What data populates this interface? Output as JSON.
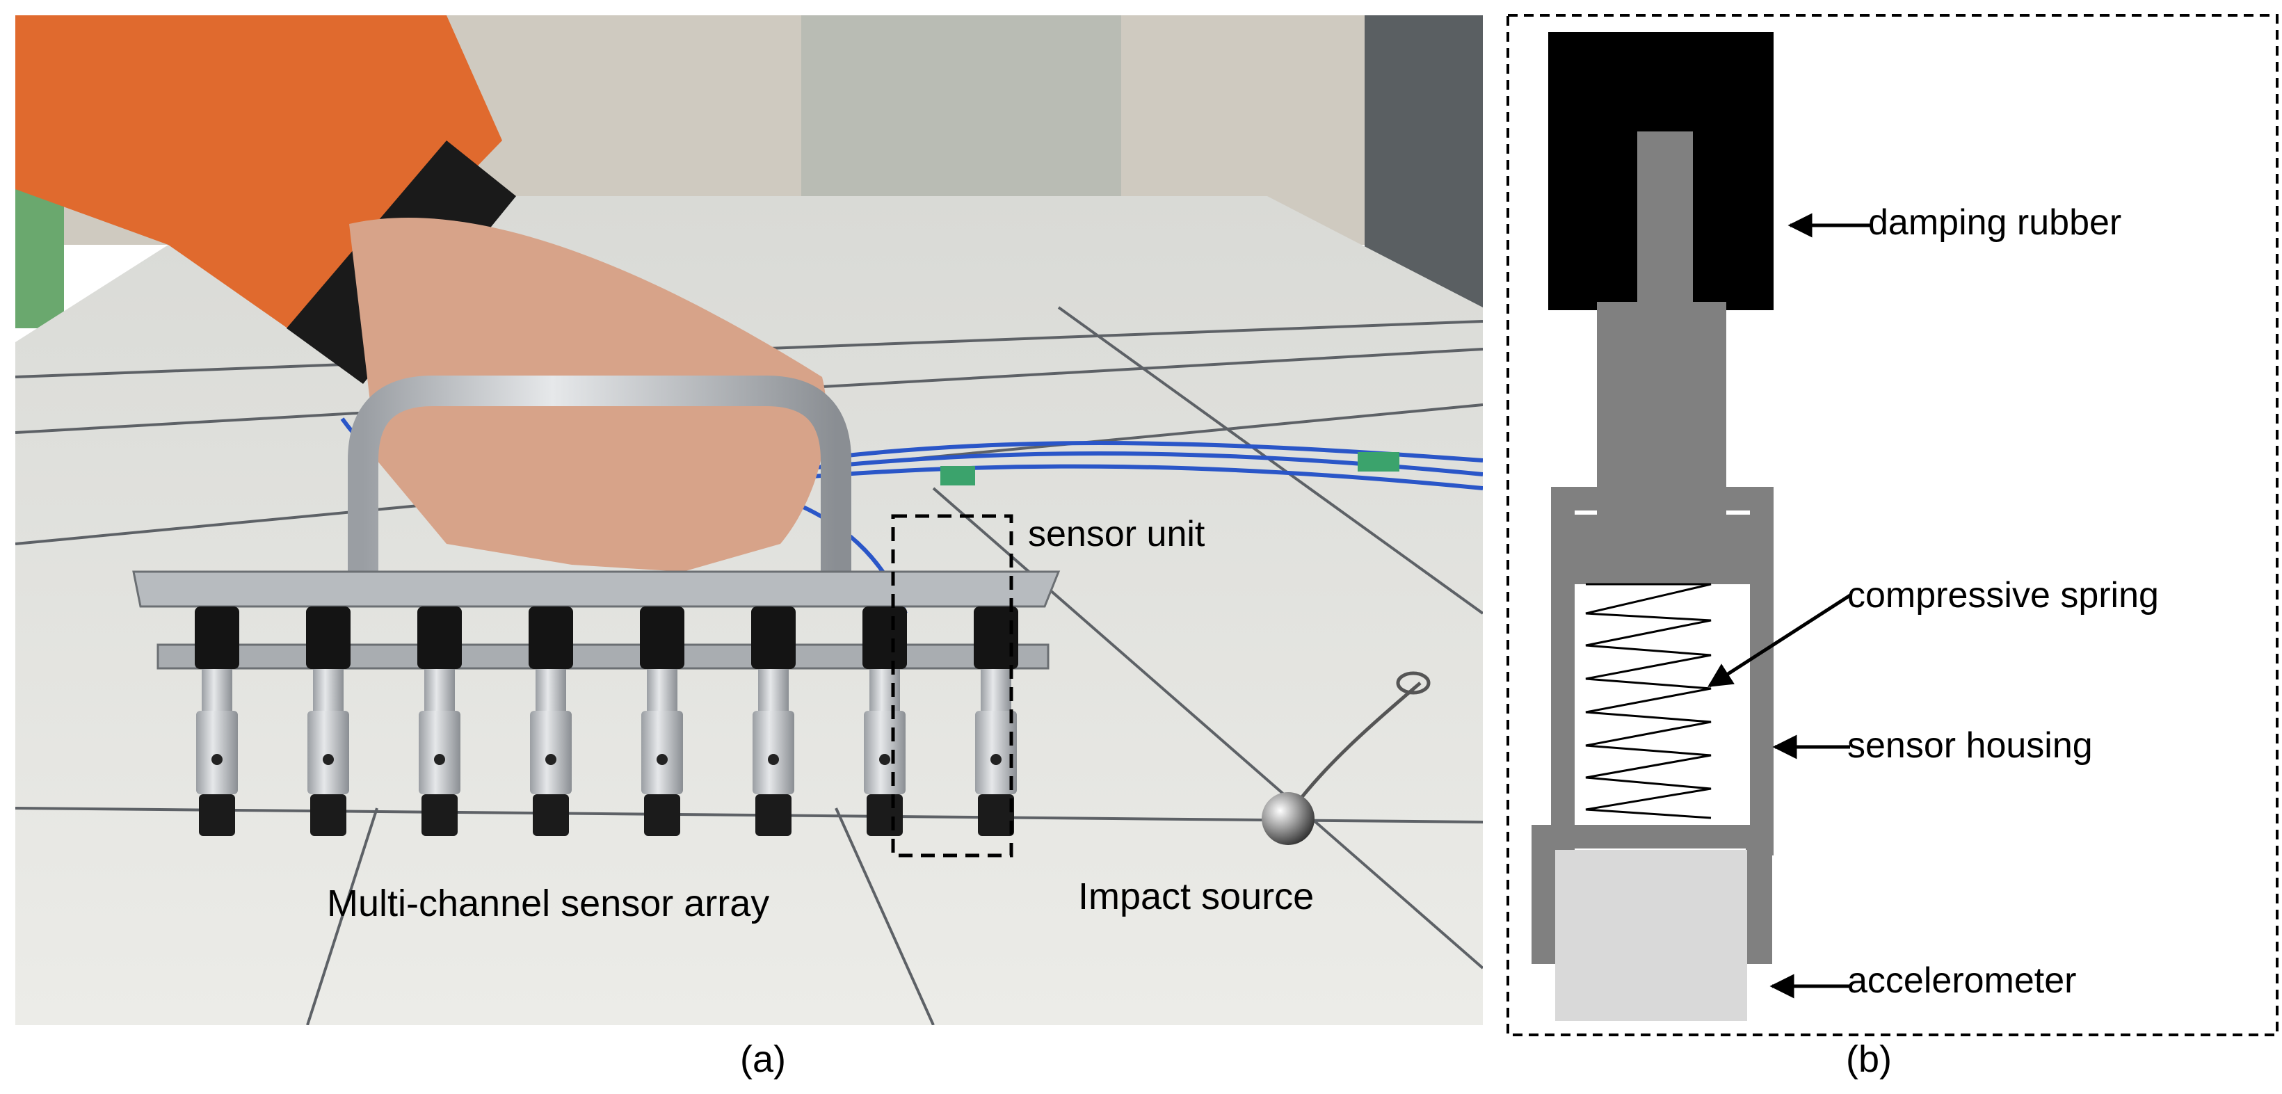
{
  "panel_a": {
    "caption": "(a)",
    "labels": {
      "sensor_unit": "sensor unit",
      "sensor_array": "Multi-channel sensor array",
      "impact_source": "Impact source"
    }
  },
  "panel_b": {
    "caption": "(b)",
    "labels": {
      "damping_rubber": "damping rubber",
      "compressive_spring": "compressive spring",
      "sensor_housing": "sensor housing",
      "accelerometer": "accelerometer"
    }
  },
  "colors": {
    "rubber": "#000000",
    "metal": "#808080",
    "accelerometer": "#d9d9d9",
    "concrete": "#e8e8e4",
    "wire": "#2a56c8",
    "sleeve": "#e06a2e"
  }
}
